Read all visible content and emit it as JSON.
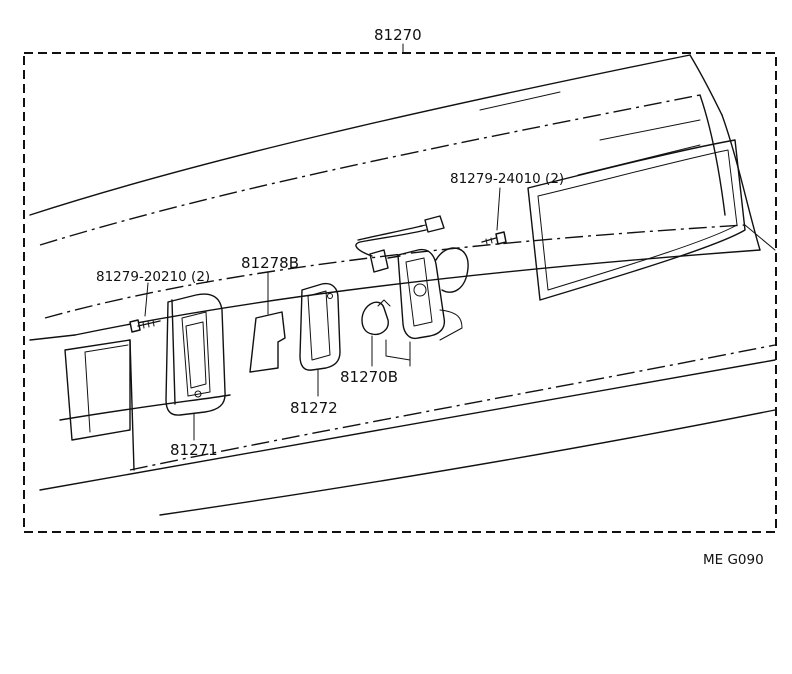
{
  "assembly_label": "81270",
  "parts": {
    "screw_left": "81279-20210 (2)",
    "screw_right": "81279-24010 (2)",
    "gasket_small": "81278B",
    "lens": "81271",
    "gasket": "81272",
    "bulb": "81270B"
  },
  "diagram_code": "ME G090"
}
